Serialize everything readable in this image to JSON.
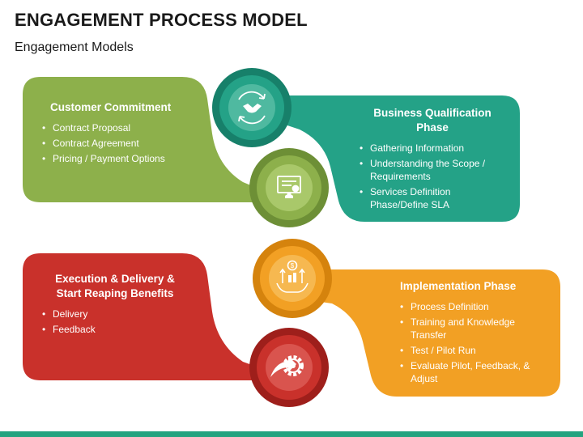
{
  "title": "ENGAGEMENT PROCESS MODEL",
  "subtitle": "Engagement Models",
  "colors": {
    "green": "#8db04b",
    "green_ring": "#6d8f36",
    "teal": "#24a287",
    "teal_ring": "#17806a",
    "orange": "#f2a024",
    "orange_ring": "#d5830d",
    "red": "#c9312b",
    "red_ring": "#9e1f1b"
  },
  "cards": [
    {
      "heading": "Customer Commitment",
      "items": [
        "Contract Proposal",
        "Contract Agreement",
        "Pricing / Payment Options"
      ],
      "icon": "contract-certificate-icon"
    },
    {
      "heading": "Business Qualification Phase",
      "items": [
        "Gathering Information",
        "Understanding the Scope / Requirements",
        "Services Definition Phase/Define SLA"
      ],
      "icon": "handshake-cycle-icon"
    },
    {
      "heading": "Execution & Delivery & Start Reaping Benefits",
      "items": [
        "Delivery",
        "Feedback"
      ],
      "icon": "gear-arrow-icon"
    },
    {
      "heading": "Implementation Phase",
      "items": [
        "Process Definition",
        "Training and Knowledge Transfer",
        "Test / Pilot Run",
        "Evaluate Pilot, Feedback, & Adjust"
      ],
      "icon": "hands-money-growth-icon"
    }
  ]
}
